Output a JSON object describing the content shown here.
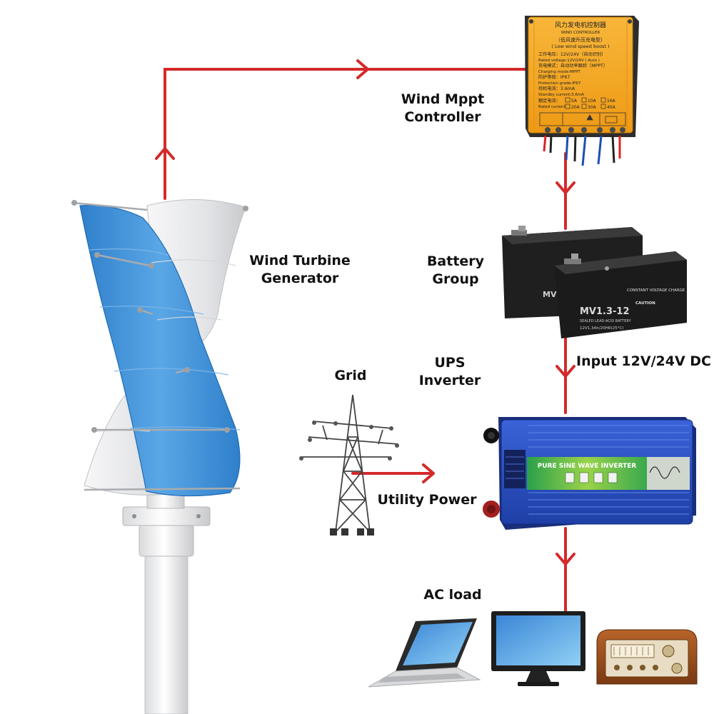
{
  "labels": {
    "wind_turbine": [
      "Wind Turbine",
      "Generator"
    ],
    "controller": [
      "Wind Mppt",
      "Controller"
    ],
    "battery": [
      "Battery",
      "Group"
    ],
    "ups": [
      "UPS",
      "Inverter"
    ],
    "grid": "Grid",
    "input_dc": "Input 12V/24V DC",
    "utility": "Utility Power",
    "ac_load": "AC load"
  },
  "controller_panel": {
    "title_cn": "风力发电机控制器",
    "title_en": "WIND CONTROLLER",
    "subtitle_cn": "（低风速升压充电型）",
    "subtitle_en": "( Low wind speed boost )",
    "voltage_cn": "工作电压：12V/24V（自动识别）",
    "voltage_en": "Rated voltage:12V/24V ( Auto )",
    "mode_cn": "充电模式：自动功率跟踪（MPPT）",
    "mode_en": "Charging mode:MPPT",
    "protect_cn": "防护等级：IP67",
    "protect_en": "Protection grade:IP67",
    "standby_cn": "待机电流：3.6mA",
    "standby_en": "Standby current:3.6mA",
    "current_cn": "额定电流：",
    "current_en": "Rated current",
    "options_row1": [
      "5A",
      "10A",
      "16A"
    ],
    "options_row2": [
      "20A",
      "30A",
      "40A"
    ]
  },
  "battery_panel": {
    "model": "MV1.3-12",
    "spec": "12V1.3Ah/20HR(25°C)",
    "model_back": "MV1",
    "heading": "CONSTANT VOLTAGE CHARGE",
    "caution": "CAUTION",
    "sealed": "SEALED LEAD-ACID BATTERY"
  },
  "inverter_panel": {
    "banner": "PURE SINE WAVE INVERTER"
  },
  "colors": {
    "flow_line": "#d42a2a",
    "turbine_blue": "#3d8fd6",
    "turbine_white": "#ecedf0",
    "controller_orange": "#f5a623",
    "inverter_blue": "#2e55c8",
    "battery_black": "#1c1c1c"
  },
  "icons": [
    "wind-turbine-icon",
    "controller-icon",
    "battery-icon",
    "inverter-icon",
    "pylon-icon",
    "laptop-icon",
    "monitor-icon",
    "radio-icon"
  ]
}
